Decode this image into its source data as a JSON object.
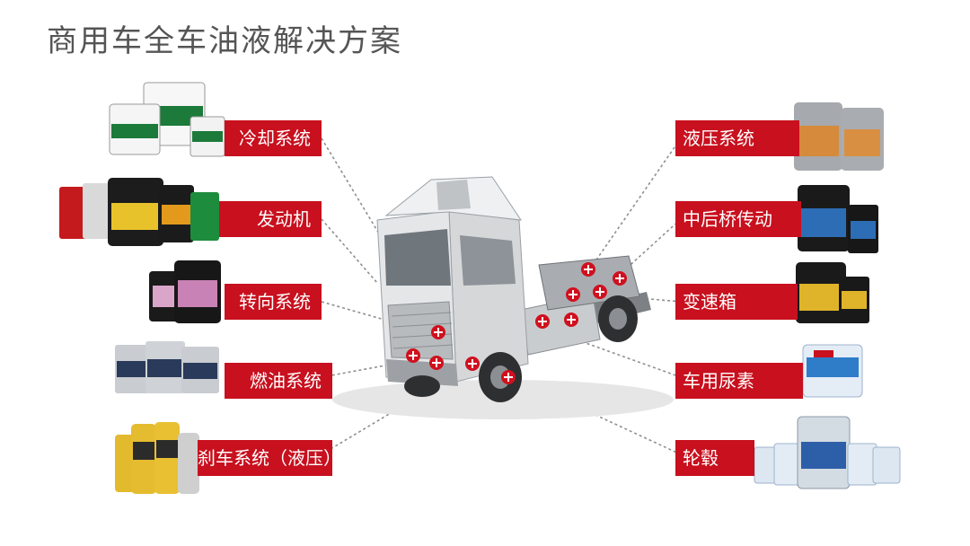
{
  "title": "商用车全车油液解决方案",
  "left_systems": [
    {
      "label": "冷却系统"
    },
    {
      "label": "发动机"
    },
    {
      "label": "转向系统"
    },
    {
      "label": "燃油系统"
    },
    {
      "label": "刹车系统（液压）"
    }
  ],
  "right_systems": [
    {
      "label": "液压系统"
    },
    {
      "label": "中后桥传动"
    },
    {
      "label": "变速箱"
    },
    {
      "label": "车用尿素"
    },
    {
      "label": "轮毂"
    }
  ],
  "colors": {
    "accent": "#c8101e",
    "title": "#555555",
    "truck_body": "#d8dadc",
    "connector": "#9a9a9a"
  }
}
